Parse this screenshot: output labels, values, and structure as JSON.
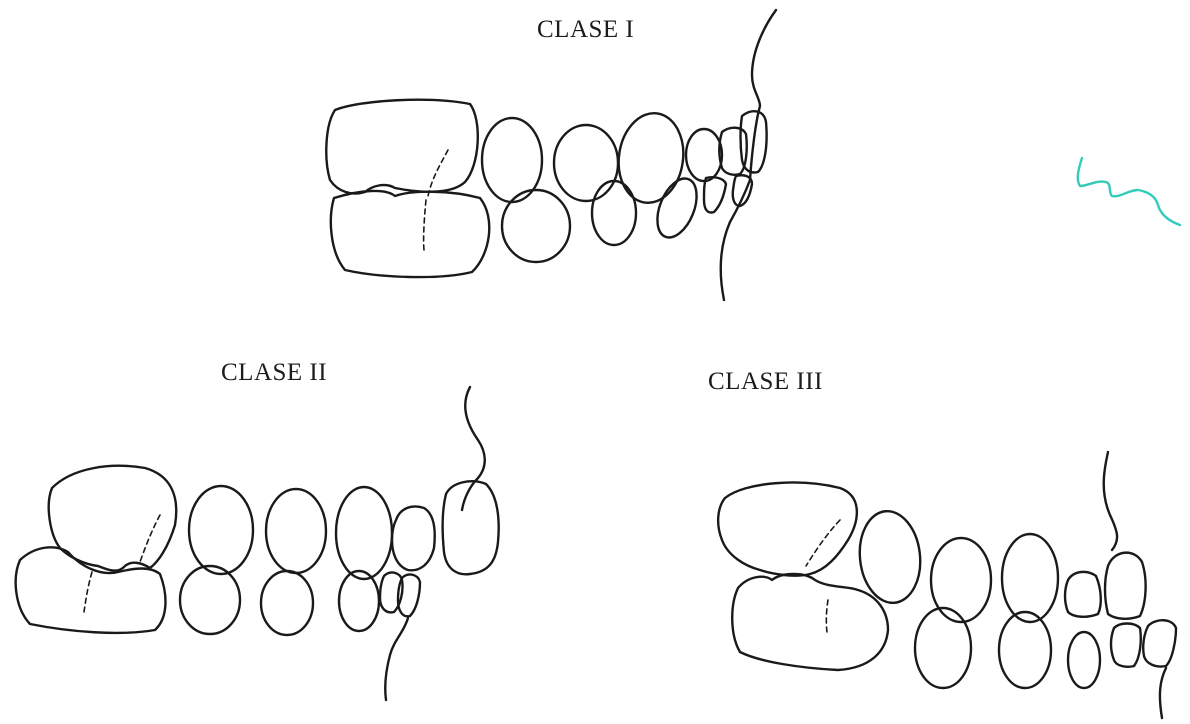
{
  "labels": {
    "class_1": "CLASE I",
    "class_2": "CLASE II",
    "class_3": "CLASE III"
  },
  "colors": {
    "ink": "#1a1a1a",
    "annotation": "#33ccbb"
  }
}
